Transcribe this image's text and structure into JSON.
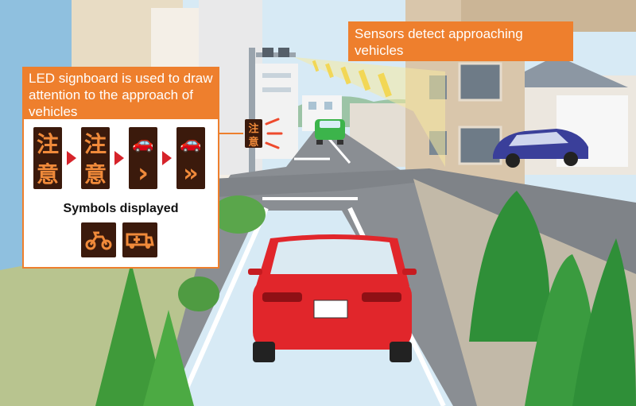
{
  "callouts": {
    "led_signboard": "LED signboard is used to draw attention to the approach of vehicles",
    "sensors": "Sensors detect approaching vehicles"
  },
  "panel": {
    "symbols_label": "Symbols displayed",
    "sequence": [
      {
        "top": "注",
        "bottom": "意"
      },
      {
        "top": "注",
        "bottom": "意"
      },
      {
        "top": "🚗",
        "bottom": "›"
      },
      {
        "top": "🚗",
        "bottom": "»"
      }
    ],
    "symbols": [
      "motorcycle-icon",
      "ambulance-icon"
    ]
  },
  "roadside_sign": {
    "top": "注",
    "bottom": "意"
  },
  "colors": {
    "callout_orange": "#ee7f2d",
    "led_bg": "#3b1a0c",
    "led_glyph": "#f08a3a",
    "arrow_red": "#d6232a",
    "car_red": "#e1262b",
    "car_green": "#3cb44b",
    "car_blue": "#3a3f9a"
  }
}
